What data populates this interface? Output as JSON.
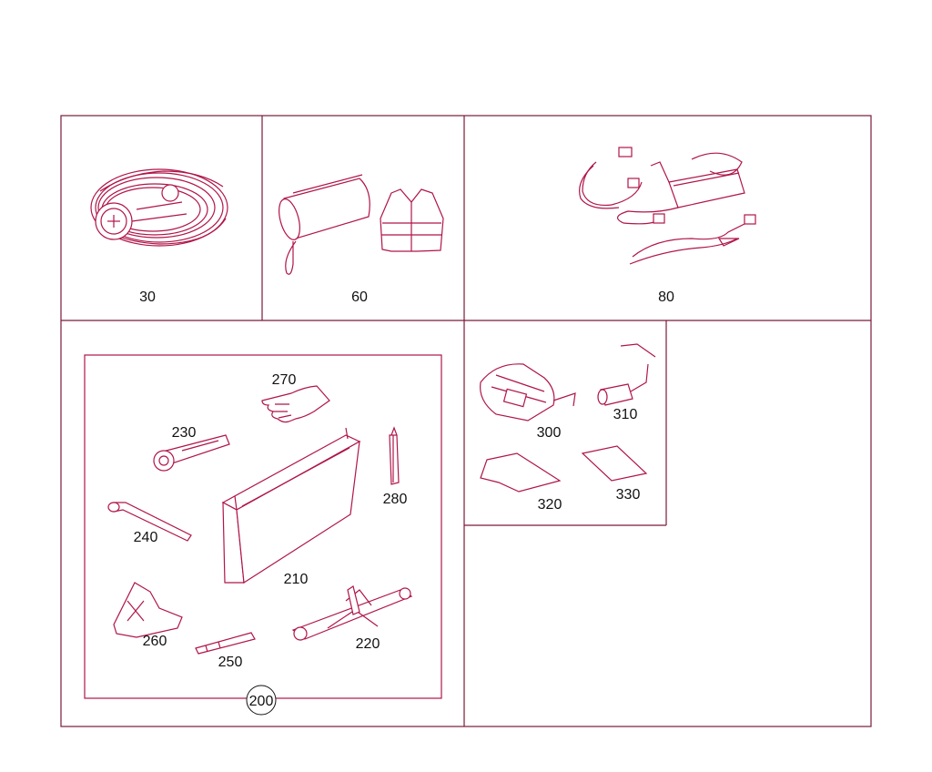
{
  "callouts": {
    "c30": "30",
    "c60": "60",
    "c80": "80",
    "c270": "270",
    "c230": "230",
    "c280": "280",
    "c240": "240",
    "c210": "210",
    "c260": "260",
    "c220": "220",
    "c250": "250",
    "c200": "200",
    "c300": "300",
    "c310": "310",
    "c320": "320",
    "c330": "330"
  },
  "colors": {
    "line": "#b0154a",
    "frame": "#7a1a3a",
    "text": "#111111",
    "background": "#ffffff"
  }
}
